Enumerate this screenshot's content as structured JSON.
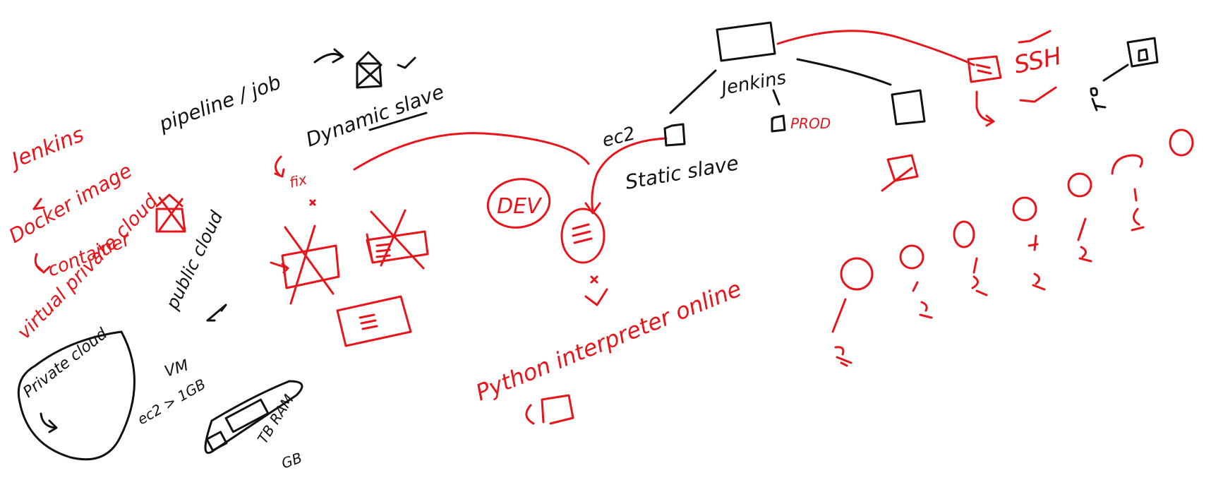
{
  "colors": {
    "black_ink": "#111111",
    "red_ink": "#e8141a",
    "background": "#ffffff"
  },
  "labels": {
    "jenkins_left": "Jenkins",
    "docker_image": "Docker image",
    "container": "container",
    "virtual_private_cloud": "virtual private cloud",
    "private_cloud": "Private cloud",
    "public_cloud": "public cloud",
    "pipeline_job": "pipeline / job",
    "dynamic_slave": "Dynamic slave",
    "fix": "fix",
    "dev": "DEV",
    "python_interpreter": "Python interpreter online",
    "ec2_top": "ec2",
    "static_slave": "Static slave",
    "jenkins_top": "Jenkins",
    "prod": "PROD",
    "ssh": "SSH",
    "vm": "VM",
    "ec2_1gb": "ec2 > 1GB",
    "ram_tb": "TB RAM",
    "gb": "GB"
  }
}
